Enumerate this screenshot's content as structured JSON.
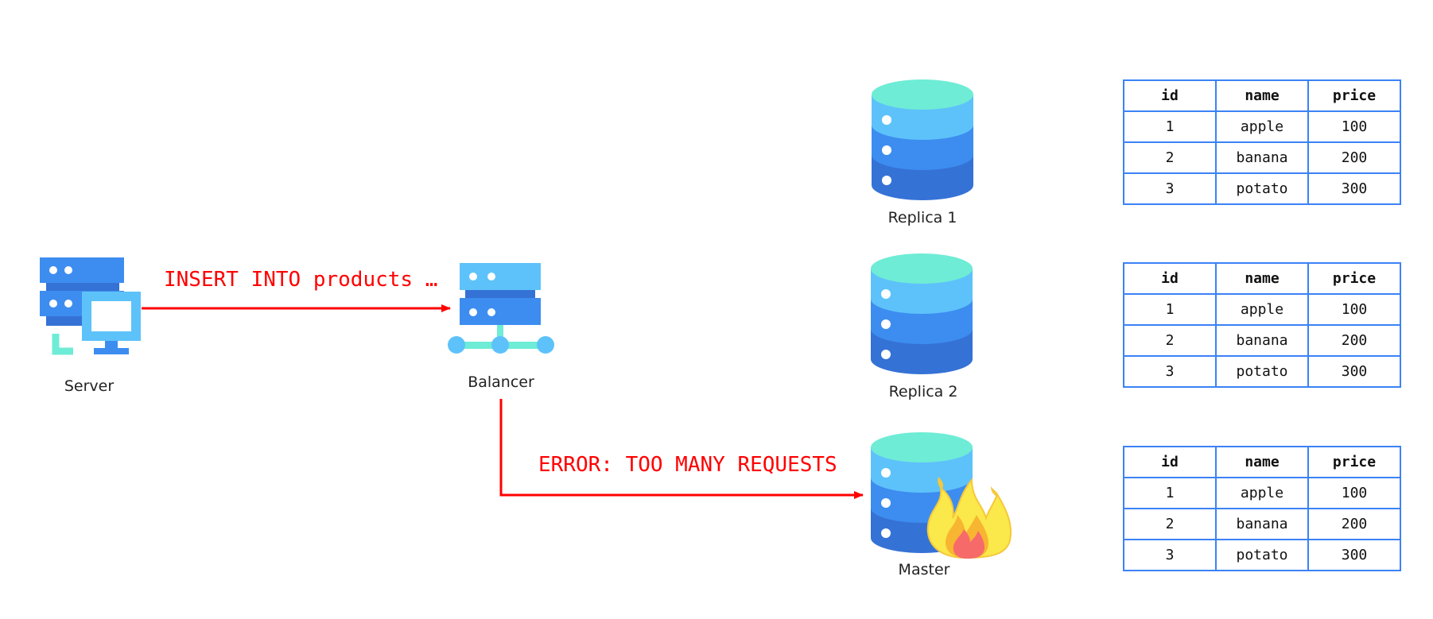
{
  "nodes": {
    "server": "Server",
    "balancer": "Balancer",
    "replica1": "Replica 1",
    "replica2": "Replica 2",
    "master": "Master"
  },
  "messages": {
    "insert": "INSERT INTO products …",
    "error": "ERROR: TOO MANY REQUESTS"
  },
  "colors": {
    "arrow": "#ff0000",
    "table_border": "#3b82f6",
    "db_top": "#6eecd6",
    "db_light": "#5ec2fa",
    "db_mid": "#3d8df0",
    "db_dark": "#3572d6"
  },
  "icons": [
    "server-computer-icon",
    "load-balancer-icon",
    "database-icon",
    "fire-icon"
  ],
  "tables": {
    "replica1": {
      "headers": [
        "id",
        "name",
        "price"
      ],
      "rows": [
        [
          "1",
          "apple",
          "100"
        ],
        [
          "2",
          "banana",
          "200"
        ],
        [
          "3",
          "potato",
          "300"
        ]
      ]
    },
    "replica2": {
      "headers": [
        "id",
        "name",
        "price"
      ],
      "rows": [
        [
          "1",
          "apple",
          "100"
        ],
        [
          "2",
          "banana",
          "200"
        ],
        [
          "3",
          "potato",
          "300"
        ]
      ]
    },
    "master": {
      "headers": [
        "id",
        "name",
        "price"
      ],
      "rows": [
        [
          "1",
          "apple",
          "100"
        ],
        [
          "2",
          "banana",
          "200"
        ],
        [
          "3",
          "potato",
          "300"
        ]
      ]
    }
  }
}
